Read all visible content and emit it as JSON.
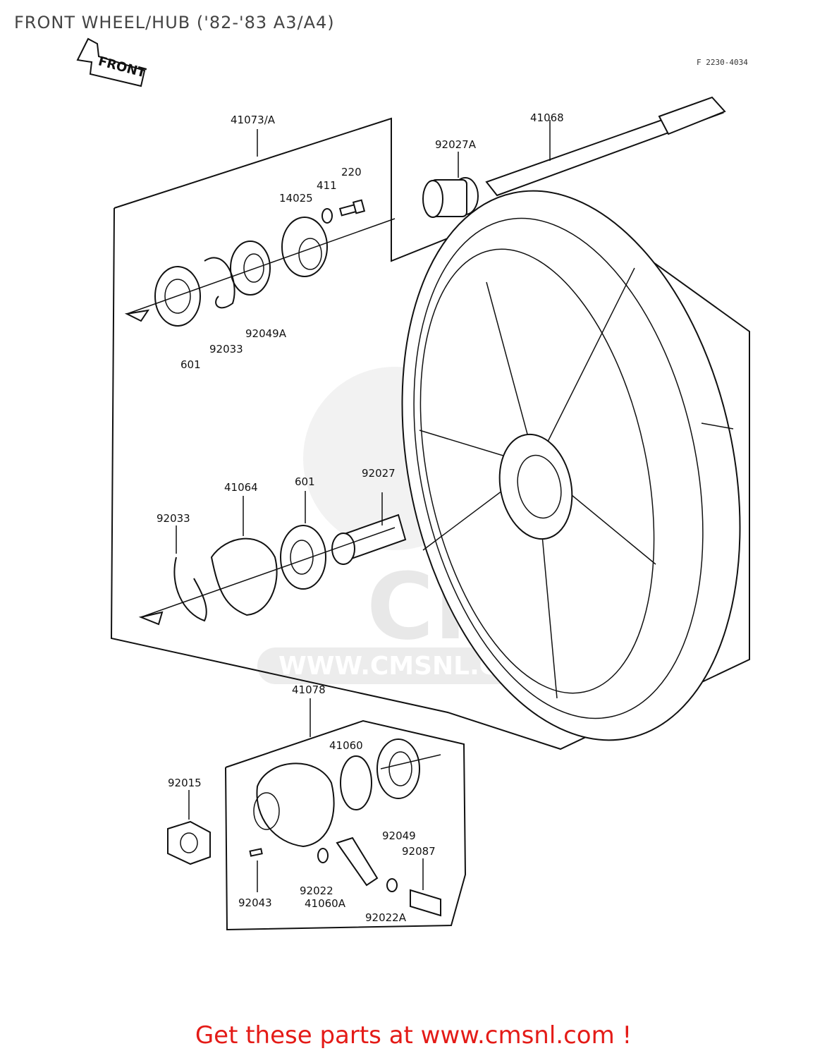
{
  "title": "FRONT WHEEL/HUB ('82-'83 A3/A4)",
  "diagram_code": "F 2230-4034",
  "front_arrow_label": "FRONT",
  "watermark": {
    "logo_text": "CMS",
    "url_text": "WWW.CMSNL.COM"
  },
  "callouts": [
    "41073/A",
    "41068",
    "92027A",
    "220",
    "411",
    "14025",
    "92033",
    "92049A",
    "601",
    "41064",
    "601",
    "92027",
    "92033",
    "41078",
    "41060",
    "92015",
    "92049",
    "92087",
    "92022",
    "92043",
    "41060A",
    "92022A"
  ],
  "footer": {
    "cta_text": "Get these parts at www.cmsnl.com !"
  },
  "colors": {
    "cta": "#e41b17",
    "ink": "#111111",
    "watermark": "#d9d9d9"
  }
}
